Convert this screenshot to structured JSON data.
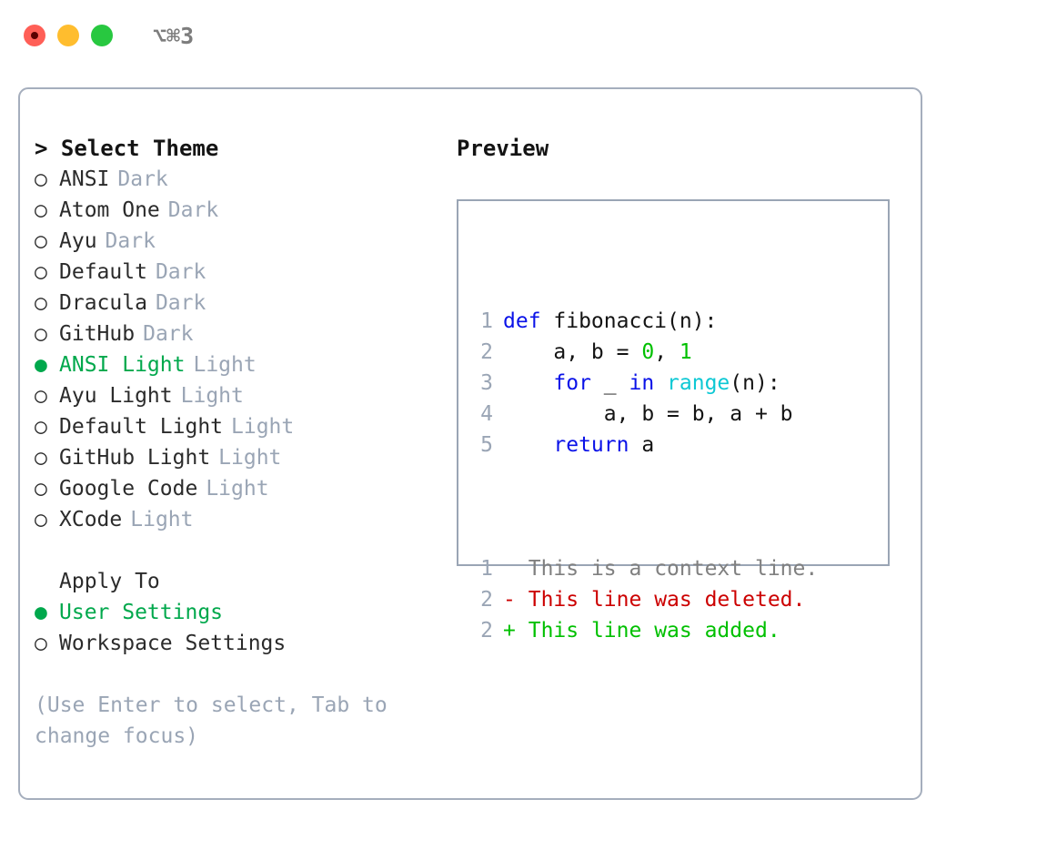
{
  "titlebar": {
    "shortcut": "⌥⌘3",
    "lights": [
      "close-red",
      "minimize-yellow",
      "maximize-green"
    ]
  },
  "theme_panel": {
    "heading": "> Select Theme",
    "markers": {
      "selected": "●",
      "unselected": "○"
    },
    "selected_green": "#00a84c",
    "items": [
      {
        "marker": "○",
        "label": "ANSI",
        "suffix": "Dark",
        "selected": false
      },
      {
        "marker": "○",
        "label": "Atom One",
        "suffix": "Dark",
        "selected": false
      },
      {
        "marker": "○",
        "label": "Ayu",
        "suffix": "Dark",
        "selected": false
      },
      {
        "marker": "○",
        "label": "Default",
        "suffix": "Dark",
        "selected": false
      },
      {
        "marker": "○",
        "label": "Dracula",
        "suffix": "Dark",
        "selected": false
      },
      {
        "marker": "○",
        "label": "GitHub",
        "suffix": "Dark",
        "selected": false
      },
      {
        "marker": "●",
        "label": "ANSI Light",
        "suffix": "Light",
        "selected": true
      },
      {
        "marker": "○",
        "label": "Ayu Light",
        "suffix": "Light",
        "selected": false
      },
      {
        "marker": "○",
        "label": "Default Light",
        "suffix": "Light",
        "selected": false
      },
      {
        "marker": "○",
        "label": "GitHub Light",
        "suffix": "Light",
        "selected": false
      },
      {
        "marker": "○",
        "label": "Google Code",
        "suffix": "Light",
        "selected": false
      },
      {
        "marker": "○",
        "label": "XCode",
        "suffix": "Light",
        "selected": false
      }
    ]
  },
  "apply_to": {
    "heading": "Apply To",
    "items": [
      {
        "marker": "●",
        "label": "User Settings",
        "selected": true
      },
      {
        "marker": "○",
        "label": "Workspace Settings",
        "selected": false
      }
    ]
  },
  "hint": "(Use Enter to select, Tab to change focus)",
  "preview": {
    "heading": "Preview",
    "code_lines": [
      {
        "n": "1",
        "tokens": [
          {
            "t": "def",
            "c": "kw"
          },
          {
            "t": " fibonacci(n):",
            "c": "plain"
          }
        ]
      },
      {
        "n": "2",
        "tokens": [
          {
            "t": "    a, b = ",
            "c": "plain"
          },
          {
            "t": "0",
            "c": "num"
          },
          {
            "t": ", ",
            "c": "plain"
          },
          {
            "t": "1",
            "c": "num"
          }
        ]
      },
      {
        "n": "3",
        "tokens": [
          {
            "t": "    ",
            "c": "plain"
          },
          {
            "t": "for",
            "c": "kw"
          },
          {
            "t": " _ ",
            "c": "plain"
          },
          {
            "t": "in",
            "c": "kw"
          },
          {
            "t": " ",
            "c": "plain"
          },
          {
            "t": "range",
            "c": "fn"
          },
          {
            "t": "(n):",
            "c": "plain"
          }
        ]
      },
      {
        "n": "4",
        "tokens": [
          {
            "t": "        a, b = b, a + b",
            "c": "plain"
          }
        ]
      },
      {
        "n": "5",
        "tokens": [
          {
            "t": "    ",
            "c": "plain"
          },
          {
            "t": "return",
            "c": "kw"
          },
          {
            "t": " a",
            "c": "plain"
          }
        ]
      }
    ],
    "diff_lines": [
      {
        "n": "1",
        "sign": " ",
        "text": "This is a context line.",
        "kind": "ctx"
      },
      {
        "n": "2",
        "sign": "-",
        "text": "This line was deleted.",
        "kind": "del"
      },
      {
        "n": "2",
        "sign": "+",
        "text": "This line was added.",
        "kind": "add"
      }
    ]
  },
  "colors": {
    "keyword": "#0a12e8",
    "function": "#0dc8d4",
    "number": "#00c000",
    "lineno": "#9aa5b5",
    "diff_context": "#808080",
    "diff_deleted": "#cc0000",
    "diff_added": "#00c000",
    "border": "#a5aebd",
    "muted": "#9aa5b5",
    "text": "#2b2b2b"
  }
}
